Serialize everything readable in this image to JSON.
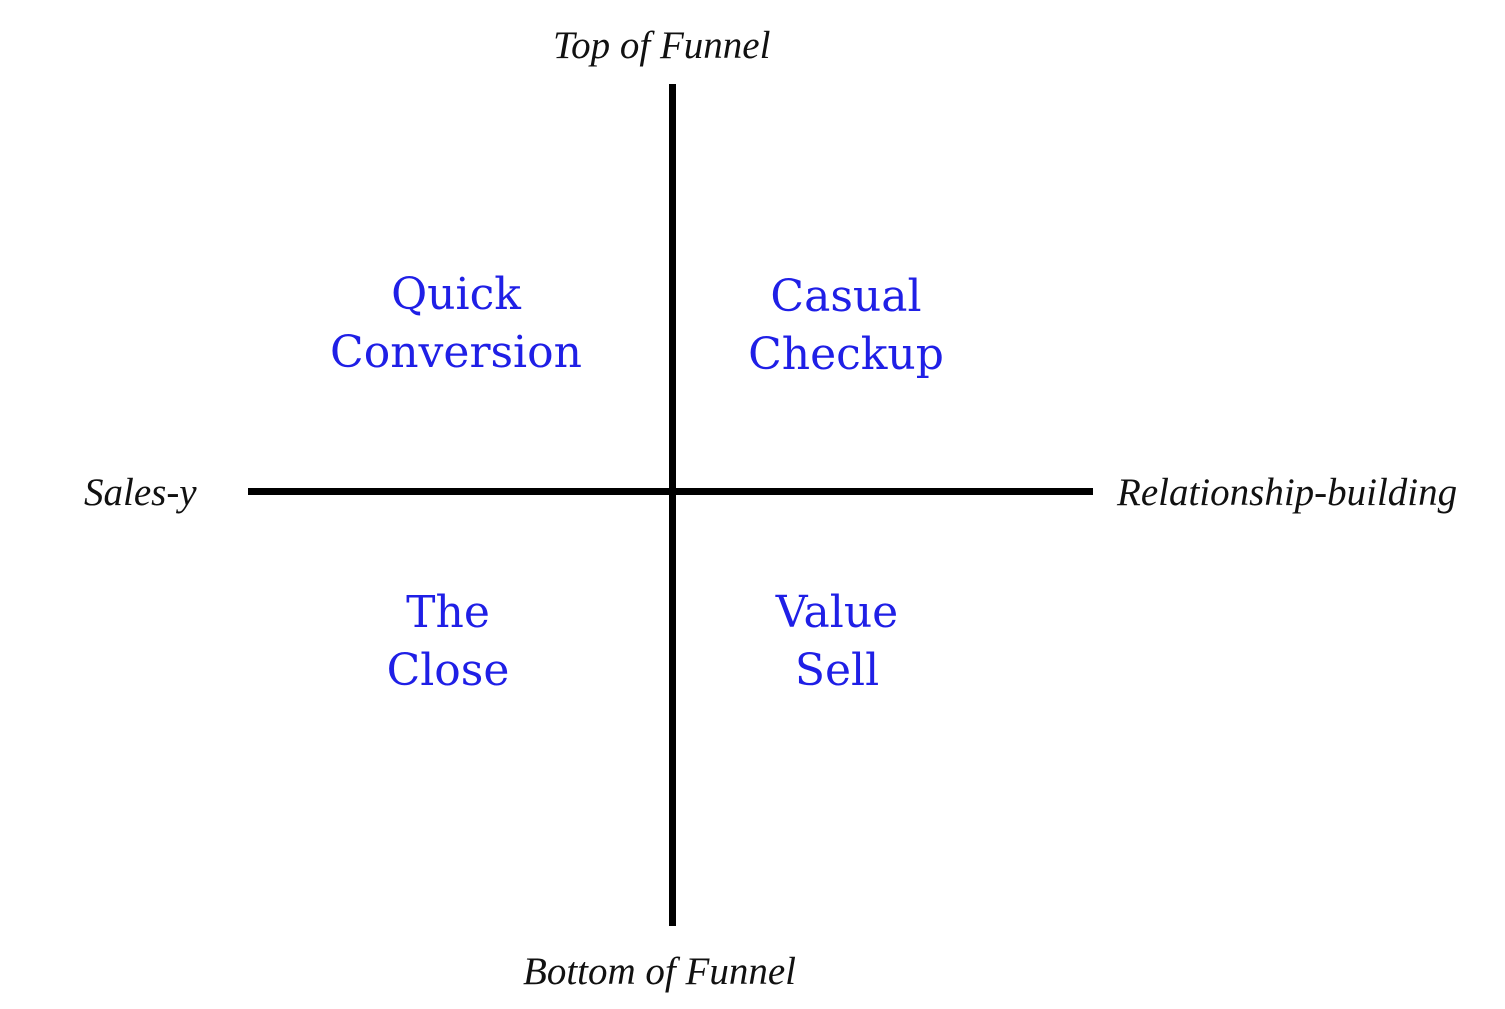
{
  "axes": {
    "top": "Top of Funnel",
    "bottom": "Bottom of Funnel",
    "left": "Sales-y",
    "right": "Relationship-building"
  },
  "quadrants": {
    "top_left": {
      "line1": "Quick",
      "line2": "Conversion"
    },
    "top_right": {
      "line1": "Casual",
      "line2": "Checkup"
    },
    "bottom_left": {
      "line1": "The",
      "line2": "Close"
    },
    "bottom_right": {
      "line1": "Value",
      "line2": "Sell"
    }
  },
  "colors": {
    "axis_line": "#000000",
    "axis_label": "#111111",
    "quadrant_label": "#1f1fe6"
  }
}
